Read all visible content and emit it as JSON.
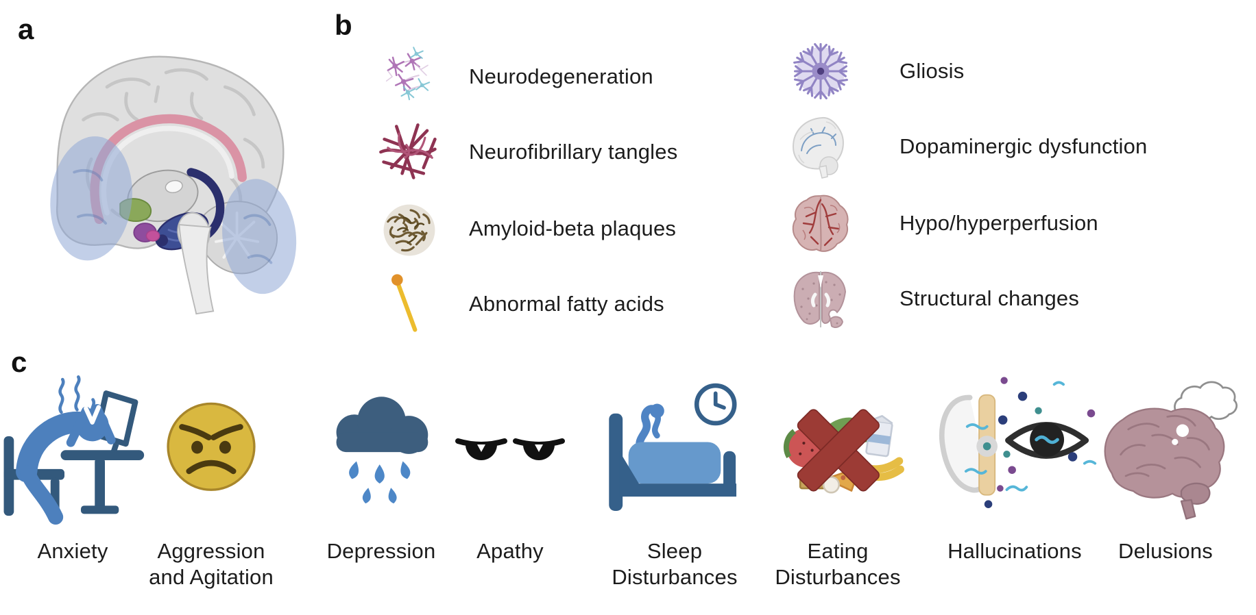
{
  "figure": {
    "panel_a": {
      "letter": "a"
    },
    "panel_b": {
      "letter": "b",
      "legend_left": [
        {
          "icon": "degenerating-neurons-icon",
          "label": "Neurodegeneration"
        },
        {
          "icon": "tangled-fibers-icon",
          "label": "Neurofibrillary tangles"
        },
        {
          "icon": "plaque-ball-icon",
          "label": "Amyloid-beta plaques"
        },
        {
          "icon": "fatty-acid-icon",
          "label": "Abnormal fatty acids"
        }
      ],
      "legend_right": [
        {
          "icon": "astrocyte-icon",
          "label": "Gliosis"
        },
        {
          "icon": "brain-sagittal-icon",
          "label": "Dopaminergic dysfunction"
        },
        {
          "icon": "brain-vessels-icon",
          "label": "Hypo/hyperperfusion"
        },
        {
          "icon": "brain-coronal-icon",
          "label": "Structural changes"
        }
      ]
    },
    "panel_c": {
      "letter": "c",
      "symptoms": [
        {
          "icon": "stressed-person-at-desk-icon",
          "label": "Anxiety"
        },
        {
          "icon": "angry-face-icon",
          "label": "Aggression and Agitation"
        },
        {
          "icon": "rain-cloud-icon",
          "label": "Depression"
        },
        {
          "icon": "droopy-eyes-icon",
          "label": "Apathy"
        },
        {
          "icon": "bed-with-clock-icon",
          "label": "Sleep Disturbances"
        },
        {
          "icon": "crossed-out-food-icon",
          "label": "Eating Disturbances"
        },
        {
          "icon": "ear-and-eye-icon",
          "label": "Hallucinations"
        },
        {
          "icon": "brain-thought-bubble-icon",
          "label": "Delusions"
        }
      ]
    },
    "colors": {
      "text": "#1c1c1c",
      "furniture_steel_blue": "#35608a",
      "person_blue": "#4d80bd",
      "blanket_blue": "#6699cc",
      "emoji_yellow": "#d9b840",
      "cross_dark_red": "#9c3b35",
      "tangle_red": "#8e3352",
      "plaque_brown": "#6e5a33",
      "fatty_acid_yellow": "#ecbc2e",
      "gliosis_purple": "#9184c4",
      "perfusion_pink": "#d6b3b3",
      "brain_mauve": "#b5929a",
      "highlight_blue": "#8fa8d6",
      "cingulate_pink": "#da93a5",
      "basal_ganglia_navy": "#2b2f6d",
      "hypothalamus_green": "#8aa85a",
      "amygdala_purple": "#a4499c"
    }
  }
}
